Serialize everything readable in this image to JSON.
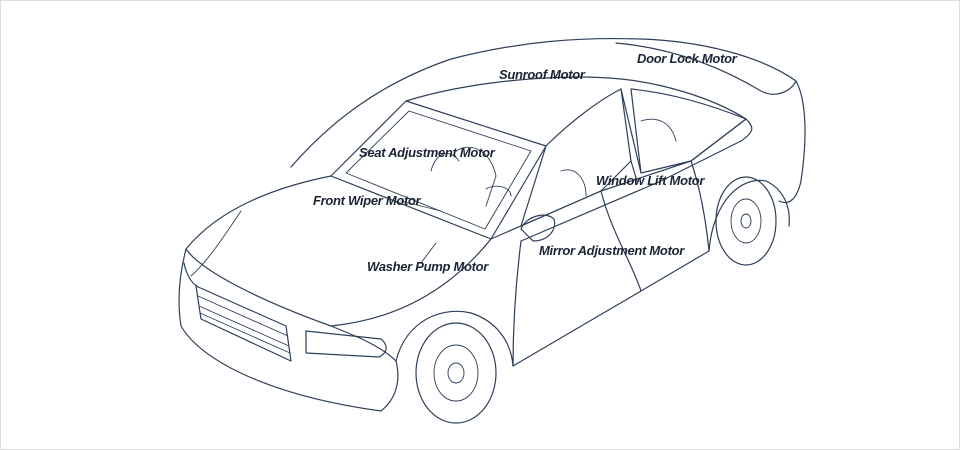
{
  "labels": {
    "sunroof_motor": "Sunroof Motor",
    "door_lock_motor": "Door Lock Motor",
    "seat_adjustment_motor": "Seat Adjustment Motor",
    "window_lift_motor": "Window Lift Motor",
    "front_wiper_motor": "Front Wiper Motor",
    "mirror_adjustment_motor": "Mirror Adjustment Motor",
    "washer_pump_motor": "Washer Pump Motor"
  },
  "colors": {
    "line": "#2e3f5a",
    "label_text": "#1c2536",
    "background": "#ffffff",
    "frame_border": "#dcdcdc"
  }
}
